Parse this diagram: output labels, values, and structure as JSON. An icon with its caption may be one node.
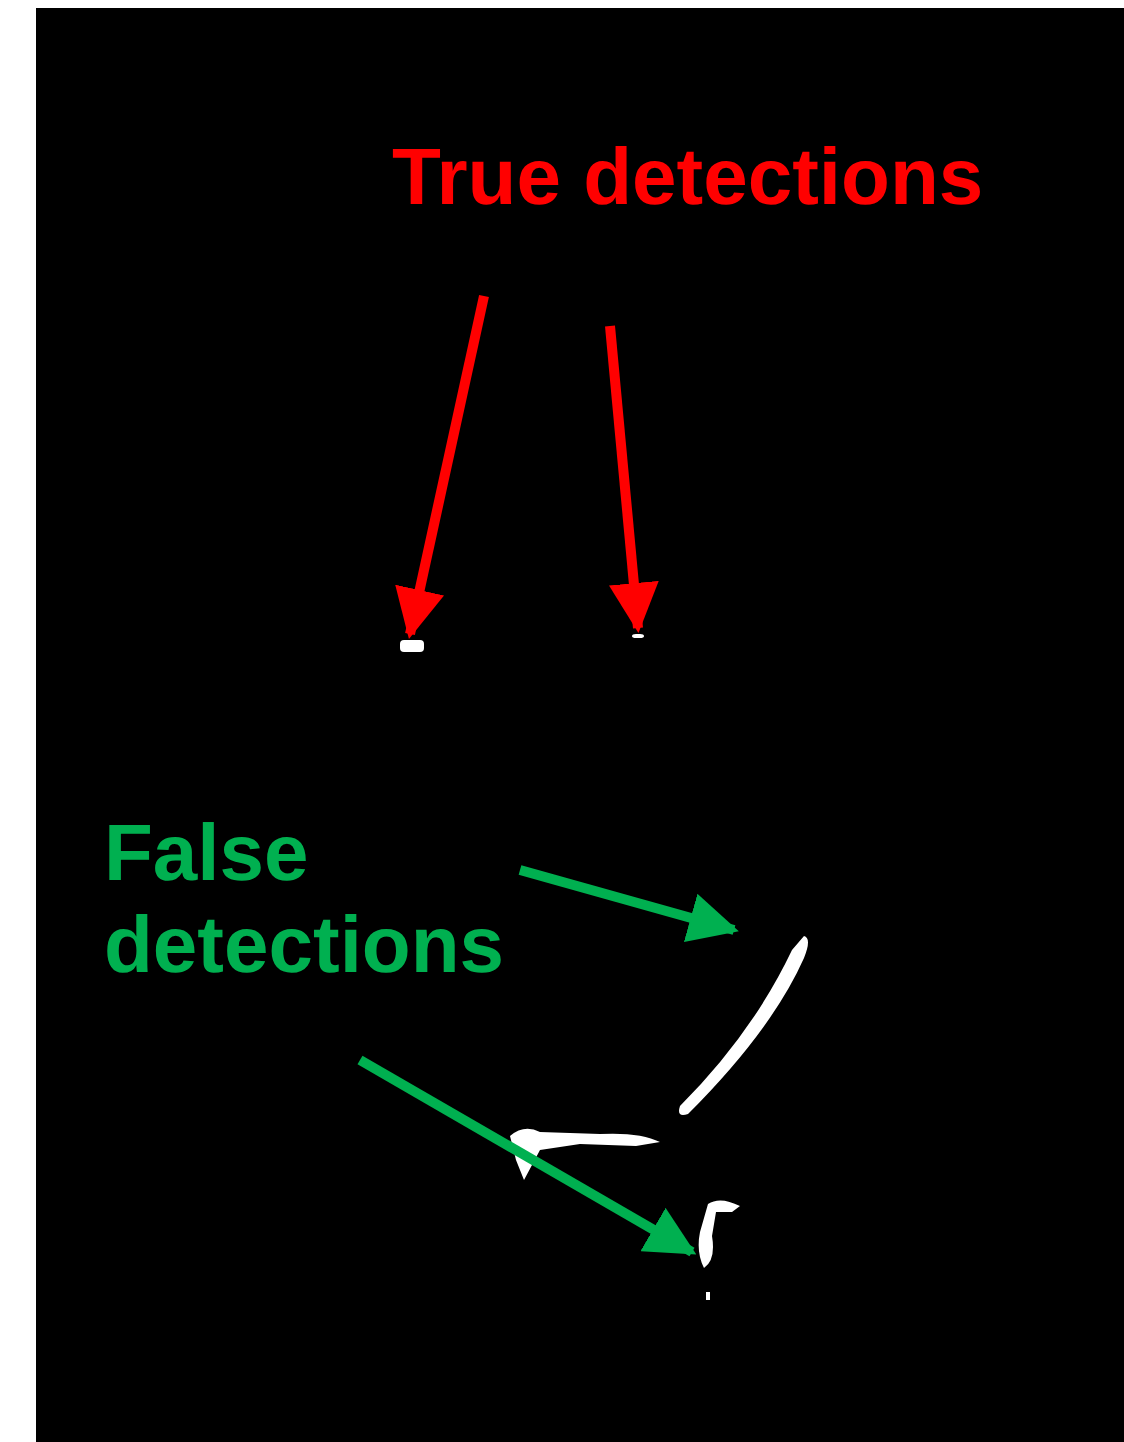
{
  "diagram": {
    "nodes": [
      {
        "text": [
          "True detections"
        ]
      },
      {
        "text": [],
        "shape": "box"
      },
      {
        "text": [],
        "shape": "box"
      },
      {
        "text": [
          "False detections"
        ]
      },
      {
        "text": [],
        "shape": "picture"
      },
      {
        "text": [],
        "shape": "picture"
      }
    ],
    "edges": [
      {
        "from": 0,
        "to": 1,
        "arrow": "to",
        "color": "#ff0000"
      },
      {
        "from": 0,
        "to": 2,
        "arrow": "to",
        "color": "#ff0000"
      },
      {
        "from": 3,
        "to": 4,
        "arrow": "to",
        "color": "#00b050"
      },
      {
        "from": 3,
        "to": 5,
        "arrow": "to",
        "color": "#00b050"
      }
    ]
  }
}
